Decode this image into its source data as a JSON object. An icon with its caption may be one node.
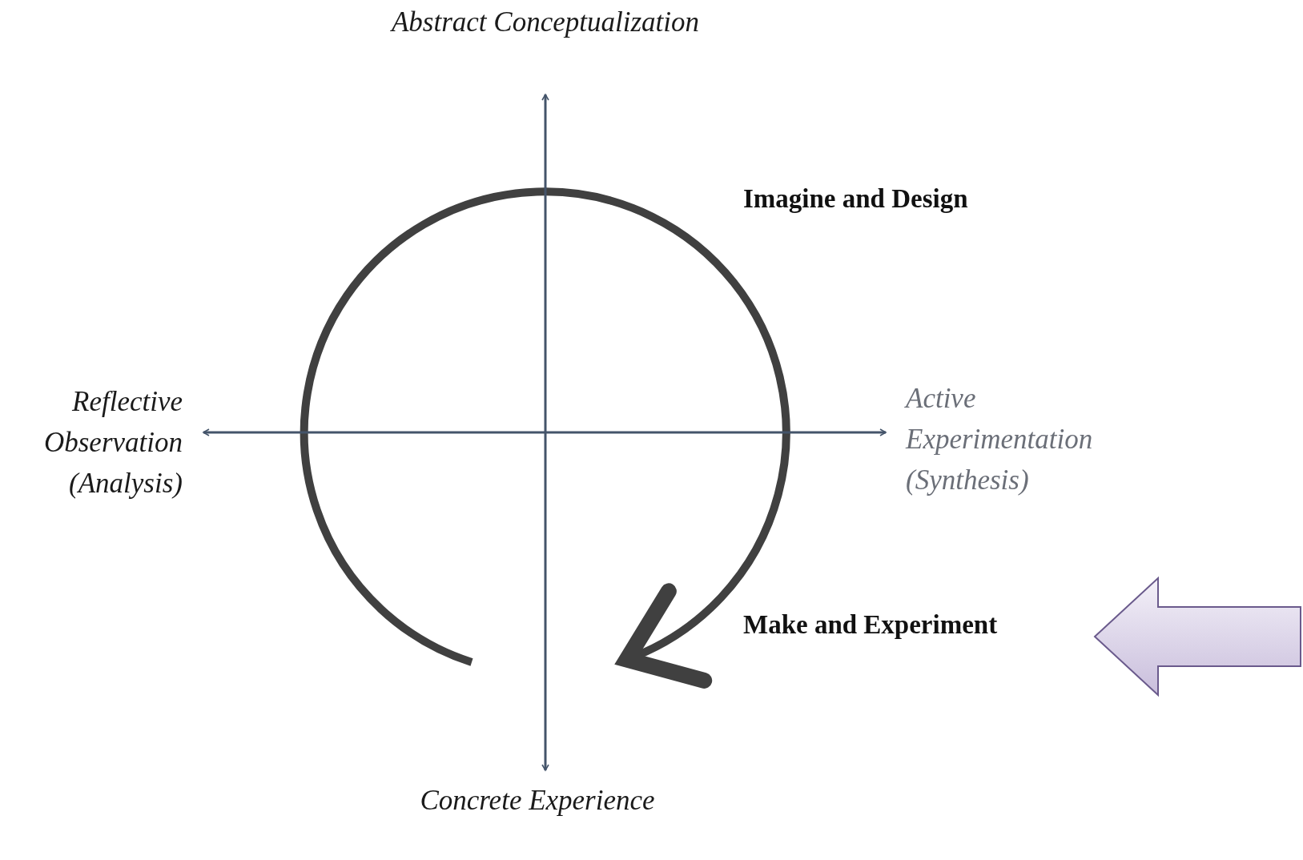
{
  "diagram": {
    "labels": [
      "Abstract Conceptualization",
      "Imagine and Design",
      "Reflective Observation (Analysis)",
      "Active Experimentation (Synthesis)",
      "Make and Experiment",
      "Concrete Experience"
    ]
  }
}
